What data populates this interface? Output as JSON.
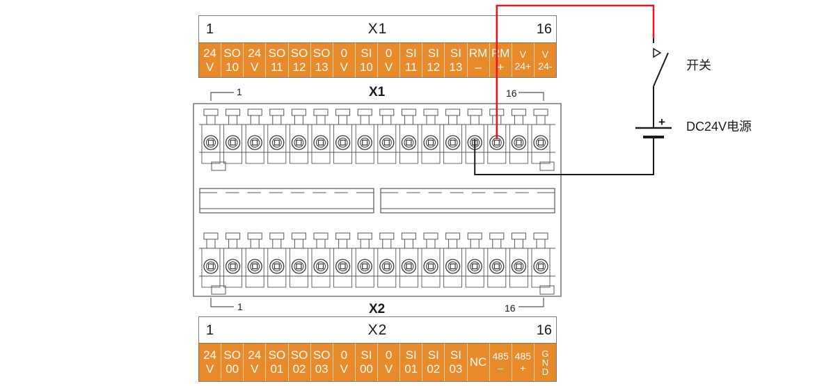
{
  "top_table": {
    "left_number": "1",
    "title": "X1",
    "right_number": "16",
    "cells": [
      {
        "line1": "24",
        "line2": "V"
      },
      {
        "line1": "SO",
        "line2": "10"
      },
      {
        "line1": "24",
        "line2": "V"
      },
      {
        "line1": "SO",
        "line2": "11"
      },
      {
        "line1": "SO",
        "line2": "12"
      },
      {
        "line1": "SO",
        "line2": "13"
      },
      {
        "line1": "0",
        "line2": "V"
      },
      {
        "line1": "SI",
        "line2": "10"
      },
      {
        "line1": "0",
        "line2": "V"
      },
      {
        "line1": "SI",
        "line2": "11"
      },
      {
        "line1": "SI",
        "line2": "12"
      },
      {
        "line1": "SI",
        "line2": "13"
      },
      {
        "line1": "RM",
        "line2": "–"
      },
      {
        "line1": "RM",
        "line2": "+"
      },
      {
        "line1": "V",
        "line2": "24+"
      },
      {
        "line1": "V",
        "line2": "24-"
      }
    ]
  },
  "connector": {
    "top_label": "X1",
    "top_left_pin": "1",
    "top_right_pin": "16",
    "bottom_label": "X2",
    "bottom_left_pin": "1",
    "bottom_right_pin": "16",
    "pins_per_row": 16
  },
  "bottom_table": {
    "left_number": "1",
    "title": "X2",
    "right_number": "16",
    "cells": [
      {
        "line1": "24",
        "line2": "V"
      },
      {
        "line1": "SO",
        "line2": "00"
      },
      {
        "line1": "24",
        "line2": "V"
      },
      {
        "line1": "SO",
        "line2": "01"
      },
      {
        "line1": "SO",
        "line2": "02"
      },
      {
        "line1": "SO",
        "line2": "03"
      },
      {
        "line1": "0",
        "line2": "V"
      },
      {
        "line1": "SI",
        "line2": "00"
      },
      {
        "line1": "0",
        "line2": "V"
      },
      {
        "line1": "SI",
        "line2": "01"
      },
      {
        "line1": "SI",
        "line2": "02"
      },
      {
        "line1": "SI",
        "line2": "03"
      },
      {
        "line1": "NC",
        "line2": ""
      },
      {
        "line1": "485",
        "line2": "–"
      },
      {
        "line1": "485",
        "line2": "+"
      },
      {
        "line1": "G",
        "line2": "N",
        "line3": "D"
      }
    ]
  },
  "circuit": {
    "switch_label": "开关",
    "power_label": "DC24V电源",
    "plus_sign": "+",
    "switch_wire_color": "#e8141c",
    "ground_wire_color": "#1a1a1a"
  },
  "colors": {
    "label_fill": "#e88a2a",
    "outline": "#555555"
  }
}
